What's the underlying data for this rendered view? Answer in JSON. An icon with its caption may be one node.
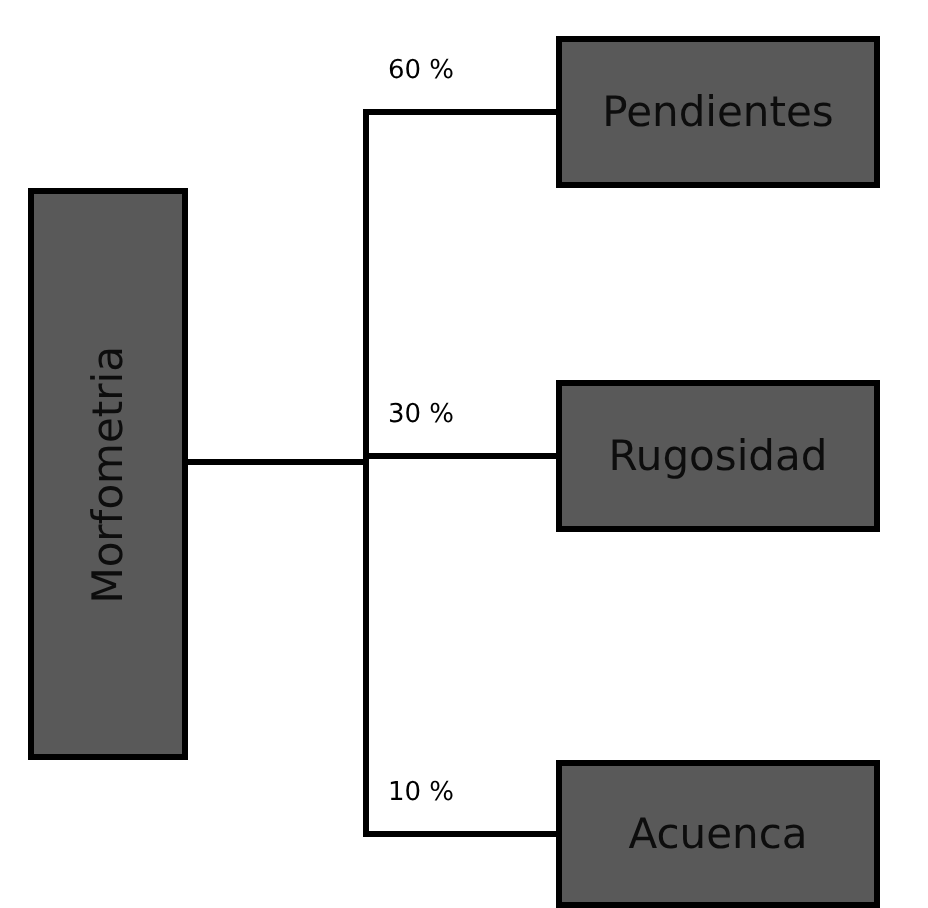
{
  "diagram": {
    "nodes": [
      {
        "text": [
          "Morfometria"
        ]
      },
      {
        "text": [
          "Pendientes"
        ]
      },
      {
        "text": [
          "Rugosidad"
        ]
      },
      {
        "text": [
          "Acuenca"
        ]
      }
    ],
    "edges": [
      {
        "from": 0,
        "to": 1,
        "arrow": "none",
        "label": "60 %"
      },
      {
        "from": 0,
        "to": 2,
        "arrow": "none",
        "label": "30 %"
      },
      {
        "from": 0,
        "to": 3,
        "arrow": "none",
        "label": "10 %"
      }
    ]
  }
}
